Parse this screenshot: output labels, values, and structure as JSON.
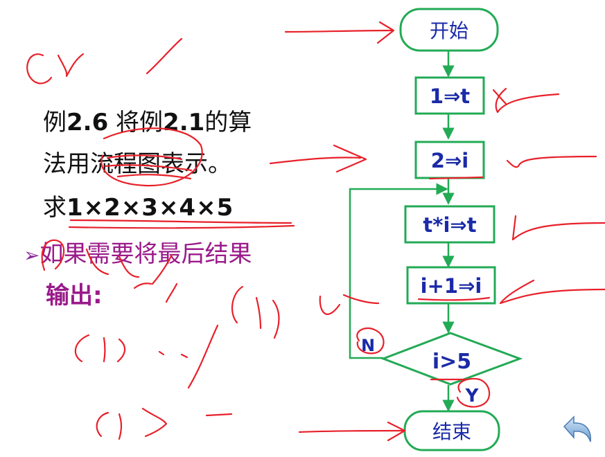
{
  "slide": {
    "title_line1_parts": [
      "例",
      "2.6",
      " 将例",
      "2.1",
      "的算"
    ],
    "title_line2": "法用流程图表示。",
    "formula_prefix": "求",
    "formula": "1×2×3×4×5",
    "bullet_line1": "如果需要将最后结果",
    "bullet_line2": "输出:"
  },
  "flowchart": {
    "start_label": "开始",
    "step1": "1⇒t",
    "step2": "2⇒i",
    "step3": "t*i⇒t",
    "step4": "i+1⇒i",
    "condition": "i>5",
    "no_label": "N",
    "yes_label": "Y",
    "end_label": "结束"
  },
  "colors": {
    "flow_green": "#22aa55",
    "flow_text": "#1a2aa8",
    "bullet_purple": "#9a1a8a",
    "ink_red": "#e8202a"
  },
  "icons": {
    "back": "return-arrow-icon"
  }
}
